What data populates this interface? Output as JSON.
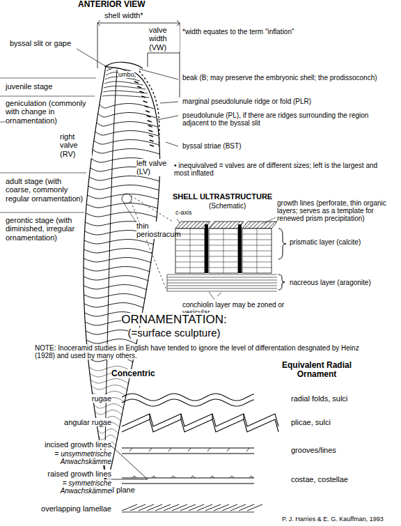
{
  "diagram": {
    "title": "ANTERIOR VIEW",
    "labels": [
      "shell width*",
      "valve width (VW)",
      "*width equates to the term \"inflation\"",
      "byssal slit or gape",
      "umbo",
      "juvenile stage",
      "beak (B; may preserve the embryonic shell; the prodissoconch)",
      "geniculation (commonly with change in ornamentation)",
      "marginal pseudolunule ridge or fold (PLR)",
      "right valve (RV)",
      "pseudolunule (PL), if there are ridges surrounding the region adjacent to the byssal slit",
      "left valve (LV)",
      "byssal striae (BST)",
      "adult stage (with coarse, commonly regular ornamentation)",
      "• inequivalved = valves are of different sizes; left is the largest and most inflated",
      "SHELL ULTRASTRUCTURE",
      "(Schematic)",
      "c-axis",
      "growth lines (perforate, thin organic layers; serves as a template for renewed prism precipitation)",
      "prismatic layer (calcite)",
      "gerontic stage (with diminished, irregular ornamentation)",
      "thin periostracum",
      "nacreous layer (aragonite)",
      "commissural plane",
      "conchiolin layer may be zoned or vesicular",
      "ORNAMENTATION:",
      "(=surface sculpture)",
      "NOTE: Inoceramid studies in English have tended to ignore the level of differentation desgnated by Heinz (1928) and used by many others.",
      "Concentric",
      "Equivalent Radial Ornament",
      "rugae",
      "radial folds, sulci",
      "angular rugae",
      "plicae, sulci",
      "incised growth lines",
      "= unsymmetrische Anwachskämme",
      "grooves/lines",
      "raised growth lines",
      "= symmetrische Anwachskämme",
      "costae, costellae",
      "overlapping lamellae",
      "P. J. Harries & E. G. Kauffman, 1993"
    ]
  }
}
